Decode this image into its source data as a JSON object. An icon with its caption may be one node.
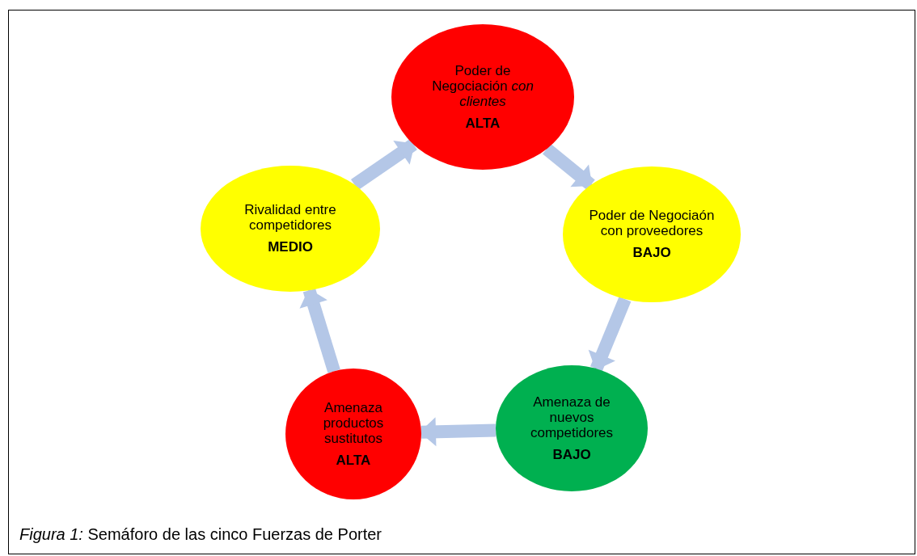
{
  "diagram": {
    "caption": "*Figura 1:* Semáforo de las cinco Fuerzas de Porter",
    "nodes": [
      {
        "text": [
          "Poder de Negociación *con clientes*",
          "ALTA"
        ]
      },
      {
        "text": [
          "Poder de Negociaón con proveedores",
          "BAJO"
        ]
      },
      {
        "text": [
          "Amenaza de nuevos competidores",
          "BAJO"
        ]
      },
      {
        "text": [
          "Amenaza productos sustitutos",
          "ALTA"
        ]
      },
      {
        "text": [
          "Rivalidad entre competidores",
          "MEDIO"
        ]
      }
    ],
    "edges": [
      {
        "from": 0,
        "to": 1,
        "arrow": "to"
      },
      {
        "from": 1,
        "to": 2,
        "arrow": "to"
      },
      {
        "from": 2,
        "to": 3,
        "arrow": "to"
      },
      {
        "from": 3,
        "to": 4,
        "arrow": "to"
      },
      {
        "from": 4,
        "to": 0,
        "arrow": "to"
      }
    ]
  }
}
